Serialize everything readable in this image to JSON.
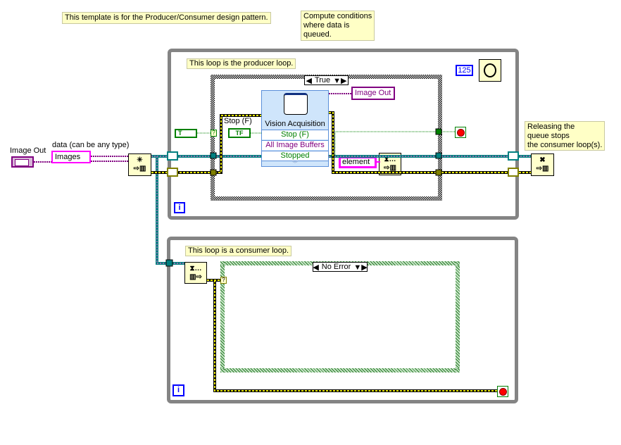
{
  "comments": {
    "template": "This template is for the Producer/Consumer design pattern.",
    "compute": "Compute conditions\nwhere data is\nqueued.",
    "producer": "This loop is the producer loop.",
    "consumer": "This loop is a consumer loop.",
    "release": "Releasing the\nqueue stops\nthe consumer loop(s)."
  },
  "left": {
    "image_out_label": "Image Out",
    "data_label": "data (can be any type)",
    "images_constant": "Images"
  },
  "producer": {
    "wait_ms": "125",
    "case_selector": "True",
    "stop_label": "Stop (F)",
    "bool_const": "TF",
    "selector_bool": "T",
    "selector_terminal": "?",
    "image_out_indicator": "Image Out",
    "element_constant": "element",
    "iteration": "i",
    "vision": {
      "title": "Vision Acquisition",
      "rows": [
        "Stop (F)",
        "All Image Buffers",
        "Stopped"
      ]
    }
  },
  "consumer": {
    "case_selector": "No Error",
    "selector_terminal": "?",
    "iteration": "i"
  },
  "colors": {
    "loop_border": "#848484",
    "queue_wire": "#008080",
    "image_wire": "#800080",
    "error_wire": "#c8c800",
    "bool_wire": "#008000",
    "string": "#ff00ff",
    "iteration": "#0000ff",
    "stop_terminal": "#ff0000"
  }
}
